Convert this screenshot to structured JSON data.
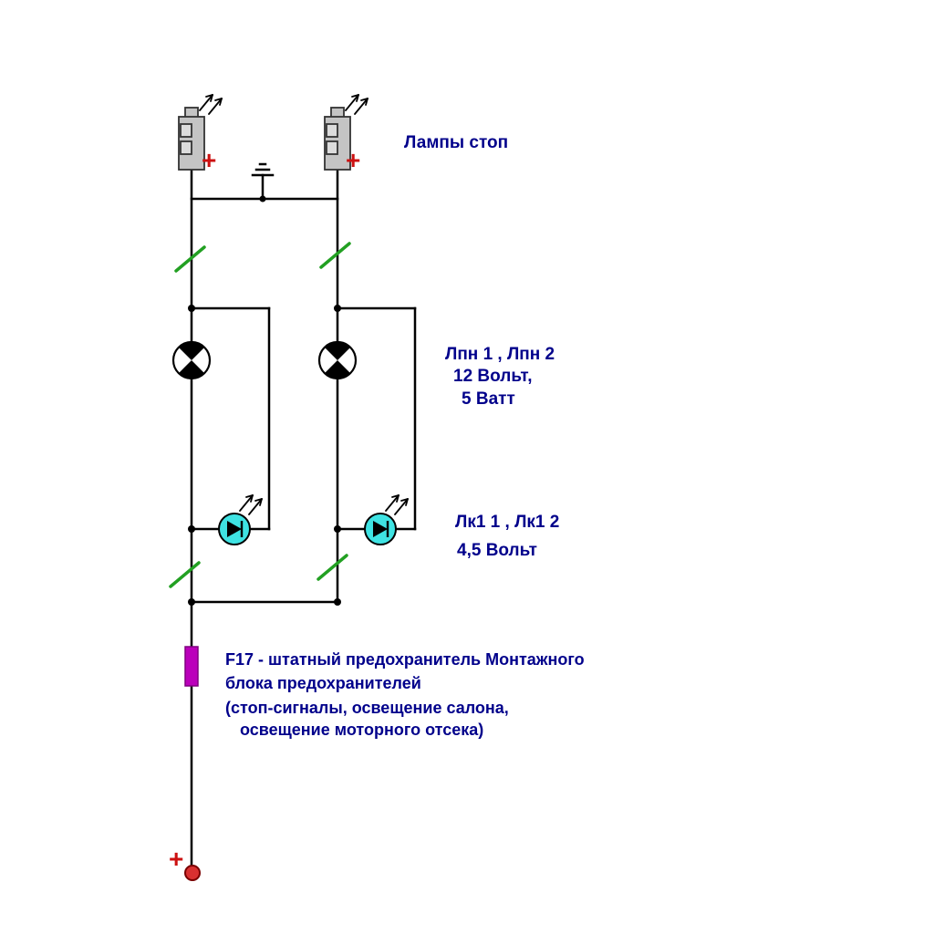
{
  "diagram": {
    "title": "Лампы стоп",
    "colors": {
      "text": "#00008B",
      "wire": "#000000",
      "cut_mark": "#22A022",
      "plus": "#CC1111",
      "led_fill": "#3FE3E3",
      "fuse_fill": "#BB00BB",
      "lamp_body": "#C4C4C4",
      "terminal_fill": "#D93030"
    },
    "labels": {
      "stop_lamps": "Лампы стоп",
      "lpn_names": "Лпн 1 , Лпн 2",
      "lpn_voltage": "12 Вольт,",
      "lpn_power": "5 Ватт",
      "led_names": "Лк1 1 , Лк1 2",
      "led_voltage": "4,5 Вольт",
      "fuse_line1": "F17 - штатный предохранитель Монтажного",
      "fuse_line2": "блока предохранителей",
      "fuse_line3": "(стоп-сигналы, освещение салона,",
      "fuse_line4": "освещение моторного отсека)",
      "plus": "+"
    },
    "components": [
      {
        "name": "stop-lamp-left",
        "type": "lamp-with-emission-arrows"
      },
      {
        "name": "stop-lamp-right",
        "type": "lamp-with-emission-arrows"
      },
      {
        "name": "chassis-ground",
        "type": "ground-symbol"
      },
      {
        "name": "lpn-lamp-left",
        "type": "indicator-lamp-circle"
      },
      {
        "name": "lpn-lamp-right",
        "type": "indicator-lamp-circle"
      },
      {
        "name": "led-left",
        "type": "led-diode"
      },
      {
        "name": "led-right",
        "type": "led-diode"
      },
      {
        "name": "fuse-f17",
        "type": "fuse"
      },
      {
        "name": "battery-plus-terminal",
        "type": "terminal-dot"
      }
    ]
  }
}
